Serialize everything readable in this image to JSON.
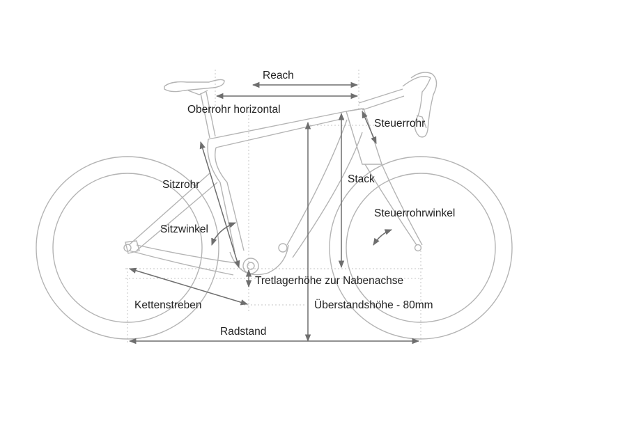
{
  "labels": {
    "reach": "Reach",
    "top_tube": "Oberrohr horizontal",
    "head_tube": "Steuerrohr",
    "stack": "Stack",
    "seat_tube": "Sitzrohr",
    "head_angle": "Steuerrohrwinkel",
    "seat_angle": "Sitzwinkel",
    "bb_drop": "Tretlagerhöhe zur Nabenachse",
    "chainstay": "Kettenstreben",
    "standover": "Überstandshöhe - 80mm",
    "wheelbase": "Radstand"
  },
  "colors": {
    "frame": "#b4b4b4",
    "dimension": "#6e6e6e",
    "guide": "#c4c4c4",
    "text": "#222222"
  }
}
